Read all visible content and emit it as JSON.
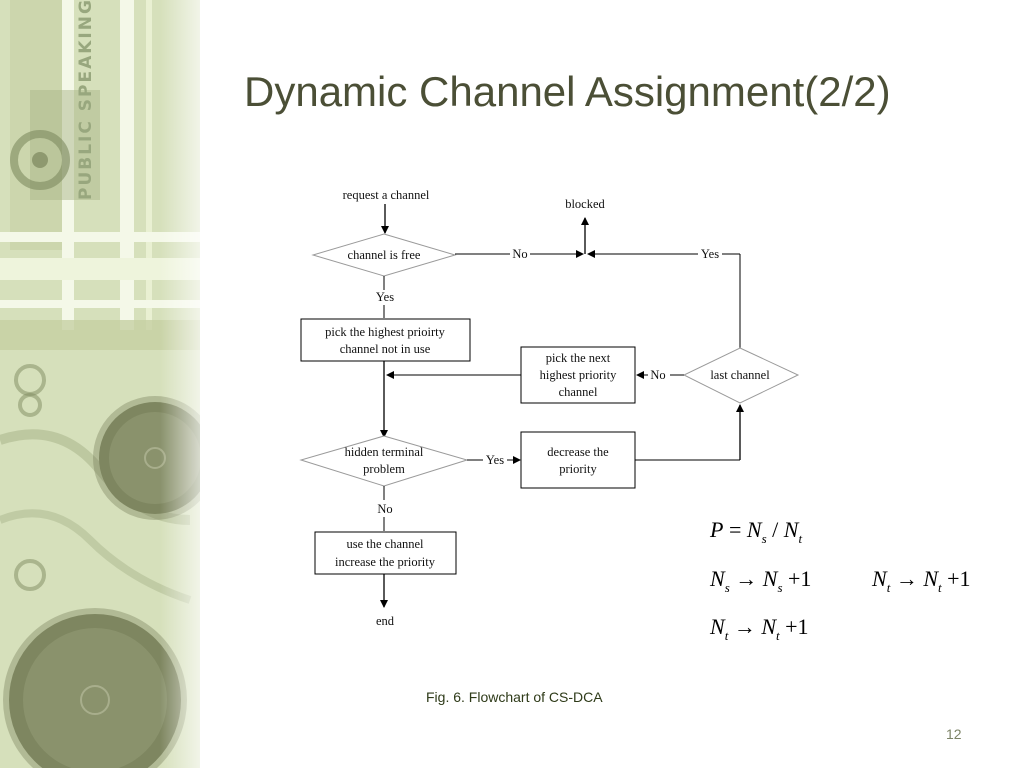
{
  "slide": {
    "title": "Dynamic Channel Assignment(2/2)",
    "caption": "Fig. 6. Flowchart of CS-DCA",
    "page_number": "12",
    "decor_text": "PUBLIC SPEAKING"
  },
  "flowchart": {
    "start": "request a channel",
    "blocked": "blocked",
    "channel_free": "channel is free",
    "pick_highest_1": "pick the highest prioirty",
    "pick_highest_2": "channel not in use",
    "pick_next_1": "pick the next",
    "pick_next_2": "highest priority",
    "pick_next_3": "channel",
    "last_channel": "last channel",
    "hidden_terminal_1": "hidden terminal",
    "hidden_terminal_2": "problem",
    "decrease_1": "decrease the",
    "decrease_2": "priority",
    "use_channel_1": "use the channel",
    "use_channel_2": "increase the priority",
    "end": "end",
    "label_no_free": "No",
    "label_yes_free": "Yes",
    "label_yes_last": "Yes",
    "label_no_last": "No",
    "label_yes_hidden": "Yes",
    "label_no_hidden": "No"
  },
  "formulas": {
    "f1": {
      "lhs": "P",
      "eq": " = ",
      "a": "N",
      "a_sub": "s",
      "slash": " / ",
      "b": "N",
      "b_sub": "t"
    },
    "f2": {
      "a": "N",
      "a_sub": "s",
      "arrow": " → ",
      "b": "N",
      "b_sub": "s",
      "plus": " +1"
    },
    "f3": {
      "a": "N",
      "a_sub": "t",
      "arrow": " → ",
      "b": "N",
      "b_sub": "t",
      "plus": " +1"
    },
    "f4": {
      "a": "N",
      "a_sub": "t",
      "arrow": " → ",
      "b": "N",
      "b_sub": "t",
      "plus": " +1"
    }
  },
  "colors": {
    "title": "#4b4f36",
    "decor_green": "#cfd9b4",
    "decision_stroke": "#999999"
  }
}
